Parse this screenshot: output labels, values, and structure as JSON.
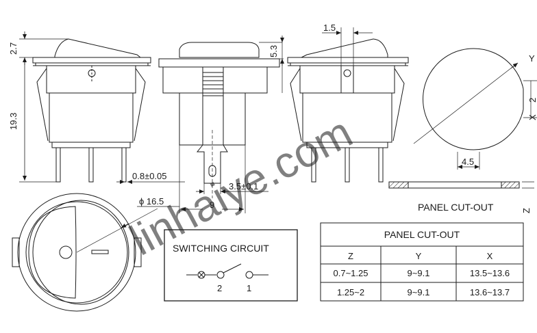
{
  "dimensions": {
    "d_2_7": "2.7",
    "d_19_3": "19.3",
    "d_5_3": "5.3",
    "d_1_5": "1.5",
    "d_0_8": "0.8±0.05",
    "d_3_5": "3.5±0.1",
    "d_9": "9",
    "d_phi": "ϕ 16.5",
    "d_y": "Y",
    "d_x": "X",
    "d_z": "Z",
    "d_2": "2",
    "d_4_5": "4.5"
  },
  "labels": {
    "panel_cutout": "PANEL CUT-OUT",
    "switching_circuit": "SWITCHING CIRCUIT",
    "terminal_2": "2",
    "terminal_1": "1"
  },
  "table": {
    "title": "PANEL CUT-OUT",
    "headers": [
      "Z",
      "Y",
      "X"
    ],
    "rows": [
      [
        "0.7~1.25",
        "9~9.1",
        "13.5~13.6"
      ],
      [
        "1.25~2",
        "9~9.1",
        "13.6~13.7"
      ]
    ]
  },
  "watermark": "linhaiye.com",
  "colors": {
    "line": "#1a1a1a",
    "watermark": "#7fc6d6"
  }
}
